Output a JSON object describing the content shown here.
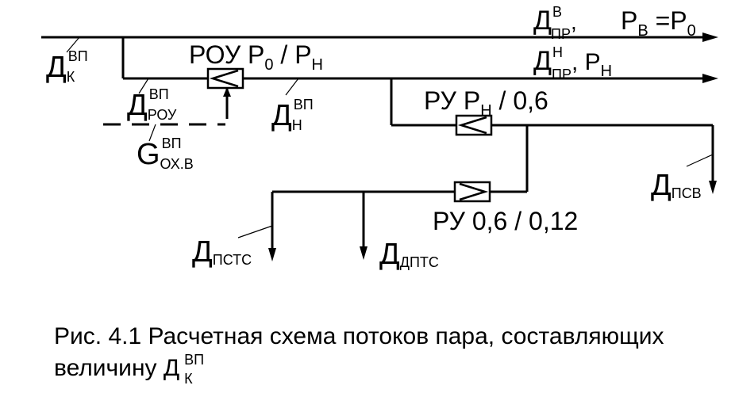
{
  "labels": {
    "d_pr_v": {
      "main": "Д",
      "sup": "В",
      "sub": "ПР",
      "tail": ","
    },
    "p_v_eq": {
      "main": "Р",
      "sub": "В",
      "tail": " =Р",
      "sub2": "0"
    },
    "d_pr_n": {
      "main": "Д",
      "sup": "Н",
      "sub": "ПР",
      "tail": ", Р",
      "sub2": "Н"
    },
    "d_k_vp": {
      "main": "Д",
      "sup": "ВП",
      "sub": "К"
    },
    "rou": {
      "text": "РОУ Р",
      "sub": "0",
      "tail": " / Р",
      "sub2": "Н"
    },
    "d_rou_vp": {
      "main": "Д",
      "sup": "ВП",
      "sub": "РОУ"
    },
    "d_n_vp": {
      "main": "Д",
      "sup": "ВП",
      "sub": "Н"
    },
    "g_oxv": {
      "main": "G",
      "sup": "ВП",
      "sub": "ОХ.В"
    },
    "ru1": {
      "text": "РУ  Р",
      "sub": "Н",
      "tail": " / 0,6"
    },
    "ru2": {
      "text": "РУ 0,6 / 0,12"
    },
    "d_psv": {
      "main": "Д",
      "sub": "ПСВ"
    },
    "d_pstc": {
      "main": "Д",
      "sub": "ПСТС"
    },
    "d_dptc": {
      "main": "Д",
      "sub": "ДПТС"
    }
  },
  "caption": {
    "line1": "Рис. 4.1 Расчетная схема потоков пара, составляющих",
    "line2": "величину Д",
    "sup": "ВП",
    "sub": "К"
  }
}
